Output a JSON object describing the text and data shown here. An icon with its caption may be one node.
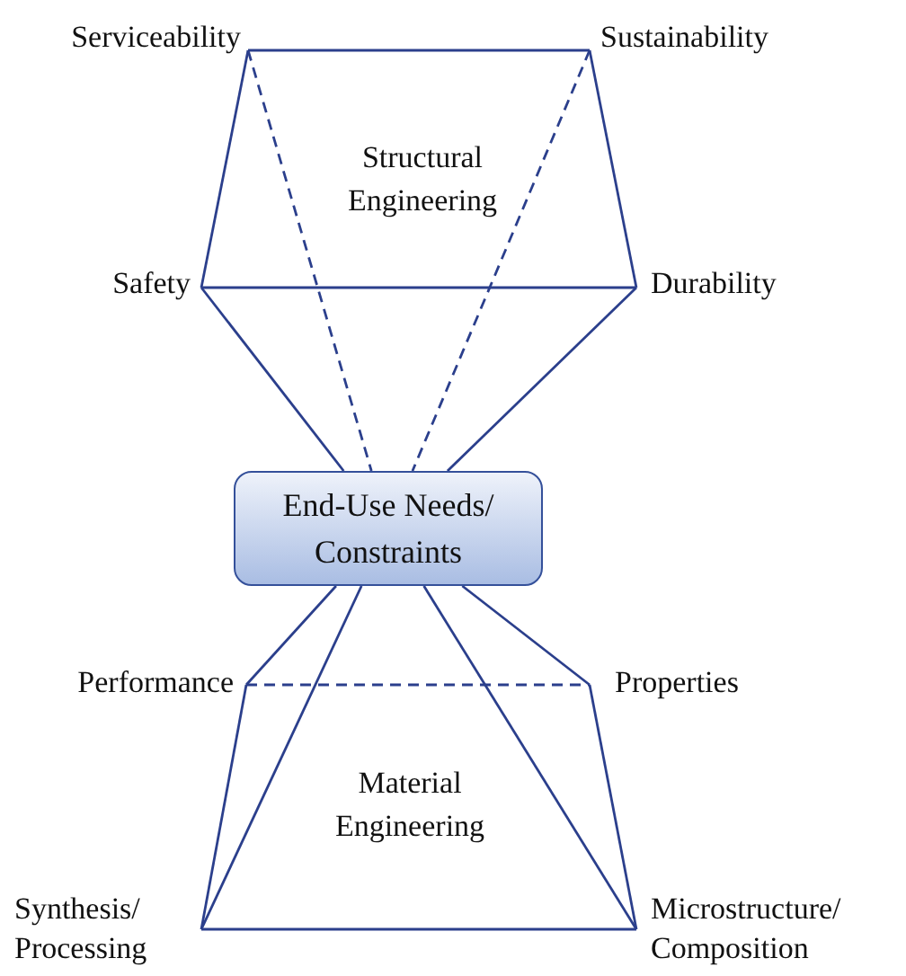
{
  "diagram": {
    "nodes": [
      {
        "text": [
          "Serviceability"
        ]
      },
      {
        "text": [
          "Sustainability"
        ]
      },
      {
        "text": [
          "Safety"
        ]
      },
      {
        "text": [
          "Durability"
        ]
      },
      {
        "text": [
          "End-Use Needs/ Constraints"
        ]
      },
      {
        "text": [
          "Performance"
        ]
      },
      {
        "text": [
          "Properties"
        ]
      },
      {
        "text": [
          "Synthesis/ Processing"
        ]
      },
      {
        "text": [
          "Microstructure/ Composition"
        ]
      }
    ],
    "edges": [
      {
        "from": 0,
        "to": 1,
        "arrow": "none"
      },
      {
        "from": 0,
        "to": 2,
        "arrow": "none"
      },
      {
        "from": 1,
        "to": 3,
        "arrow": "none"
      },
      {
        "from": 2,
        "to": 3,
        "arrow": "none"
      },
      {
        "from": 0,
        "to": 4,
        "arrow": "none",
        "style": "dashed"
      },
      {
        "from": 1,
        "to": 4,
        "arrow": "none",
        "style": "dashed"
      },
      {
        "from": 2,
        "to": 4,
        "arrow": "none"
      },
      {
        "from": 3,
        "to": 4,
        "arrow": "none"
      },
      {
        "from": 4,
        "to": 5,
        "arrow": "none"
      },
      {
        "from": 4,
        "to": 6,
        "arrow": "none"
      },
      {
        "from": 4,
        "to": 7,
        "arrow": "none"
      },
      {
        "from": 4,
        "to": 8,
        "arrow": "none"
      },
      {
        "from": 5,
        "to": 6,
        "arrow": "none",
        "style": "dashed"
      },
      {
        "from": 5,
        "to": 7,
        "arrow": "none"
      },
      {
        "from": 6,
        "to": 8,
        "arrow": "none"
      },
      {
        "from": 7,
        "to": 8,
        "arrow": "none"
      }
    ],
    "labels": [
      "Structural Engineering",
      "Material Engineering"
    ]
  }
}
